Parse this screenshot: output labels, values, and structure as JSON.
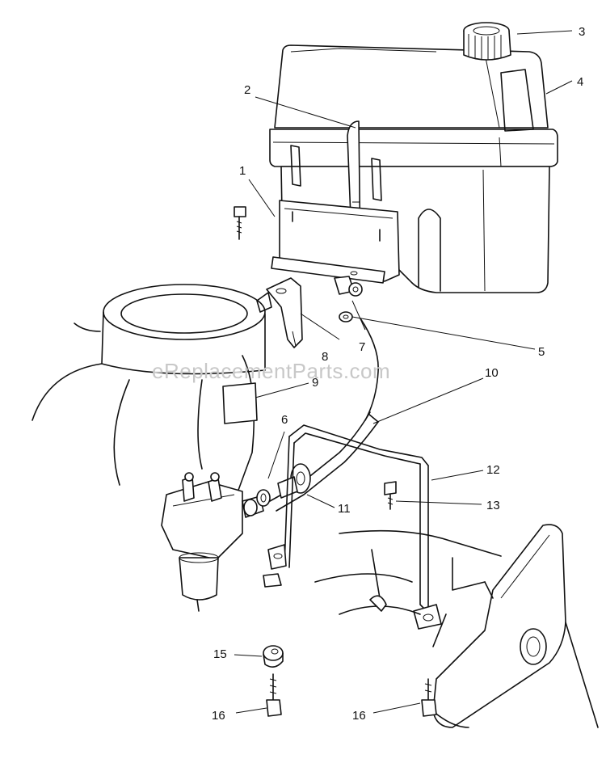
{
  "watermark": "eReplacementParts.com",
  "callouts": [
    {
      "id": "1",
      "label": "1"
    },
    {
      "id": "2",
      "label": "2"
    },
    {
      "id": "3",
      "label": "3"
    },
    {
      "id": "4",
      "label": "4"
    },
    {
      "id": "5",
      "label": "5"
    },
    {
      "id": "6",
      "label": "6"
    },
    {
      "id": "7",
      "label": "7"
    },
    {
      "id": "8",
      "label": "8"
    },
    {
      "id": "9",
      "label": "9"
    },
    {
      "id": "10",
      "label": "10"
    },
    {
      "id": "11",
      "label": "11"
    },
    {
      "id": "12",
      "label": "12"
    },
    {
      "id": "13",
      "label": "13"
    },
    {
      "id": "15",
      "label": "15"
    },
    {
      "id": "16a",
      "label": "16"
    },
    {
      "id": "16b",
      "label": "16"
    }
  ]
}
